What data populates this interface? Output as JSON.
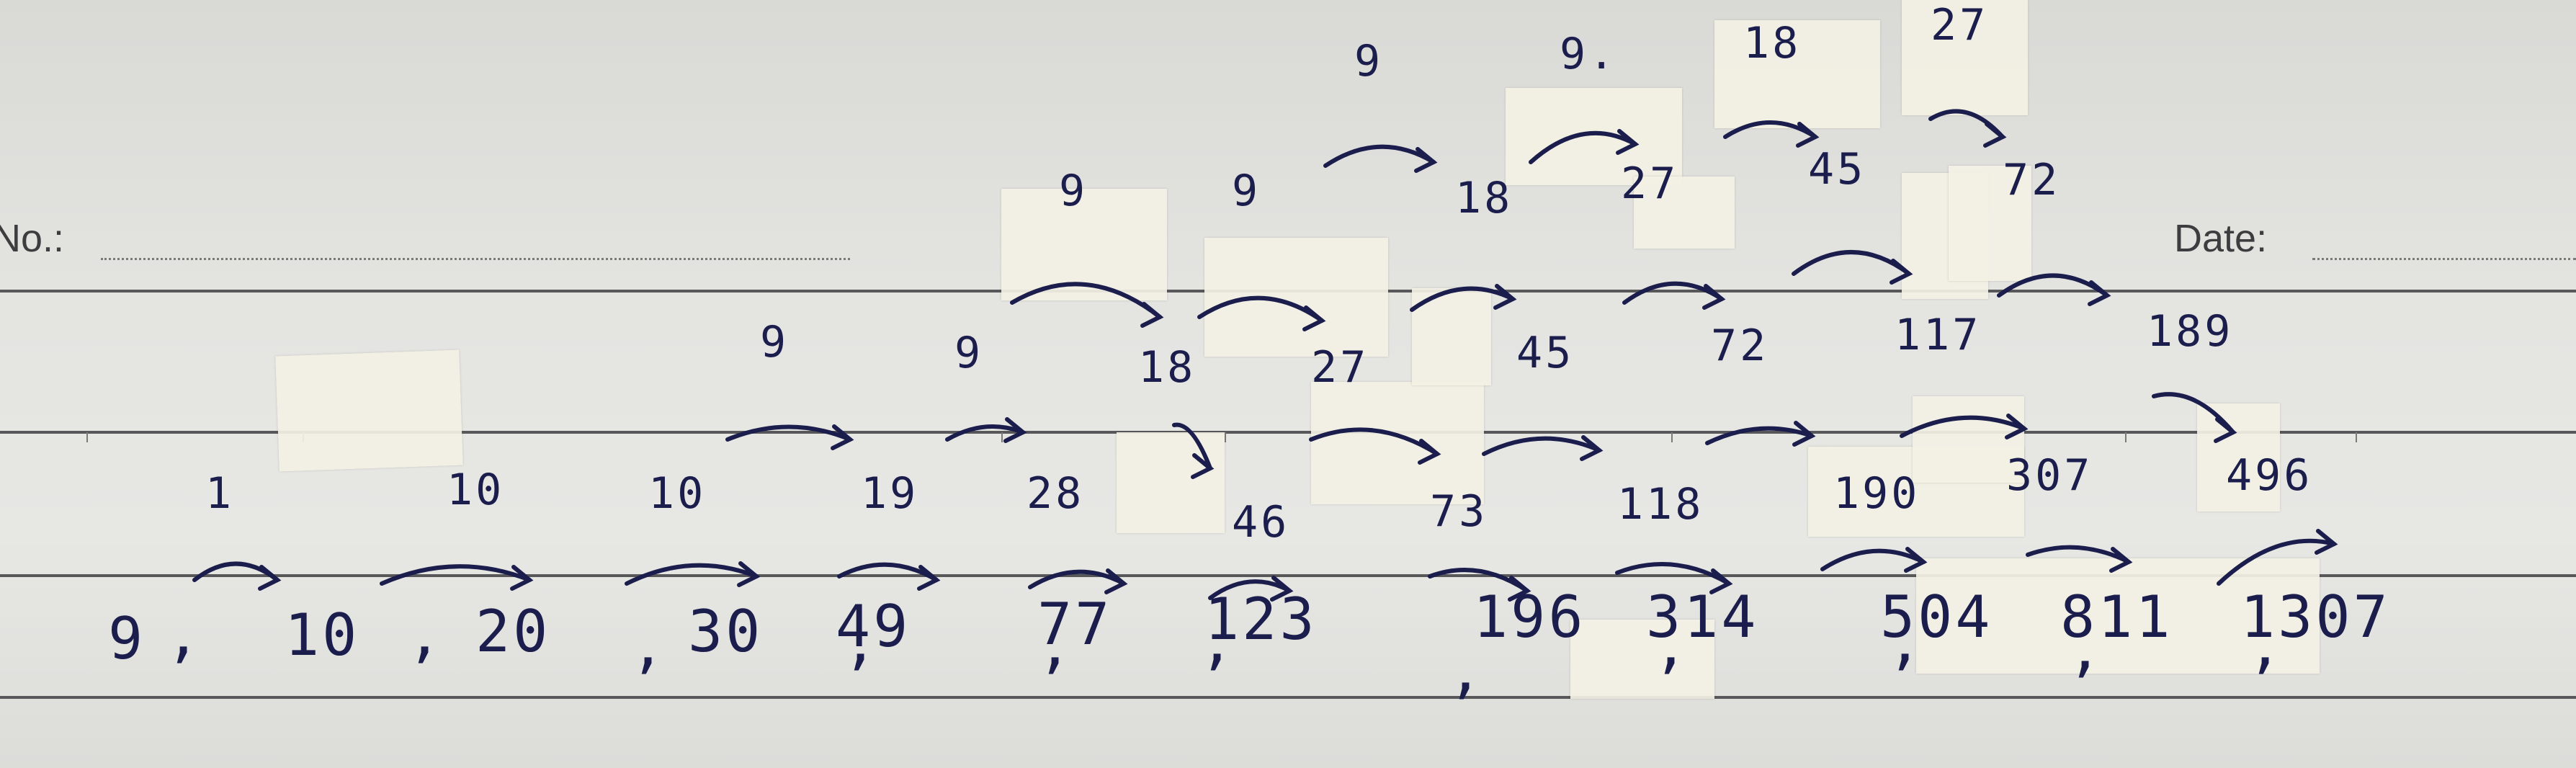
{
  "form": {
    "no_label": "No.:",
    "date_label": "Date:"
  },
  "sequence": [
    "9",
    ",",
    "10",
    ",",
    "20",
    ",",
    "30",
    ",",
    "49",
    ",",
    "77",
    ",",
    "123",
    ",",
    "196",
    ",",
    "314",
    ",",
    "504",
    ",",
    "811",
    ",",
    "1307"
  ],
  "level1": [
    "1",
    "10",
    "10",
    "19",
    "28",
    "46",
    "73",
    "118",
    "190",
    "307",
    "496"
  ],
  "level2": [
    "9",
    "9",
    "18",
    "27",
    "45",
    "72",
    "117",
    "189"
  ],
  "level3": [
    "9",
    "9",
    "18",
    "27",
    "45",
    "72"
  ],
  "level4": [
    "9",
    "9.",
    "18",
    "27"
  ]
}
